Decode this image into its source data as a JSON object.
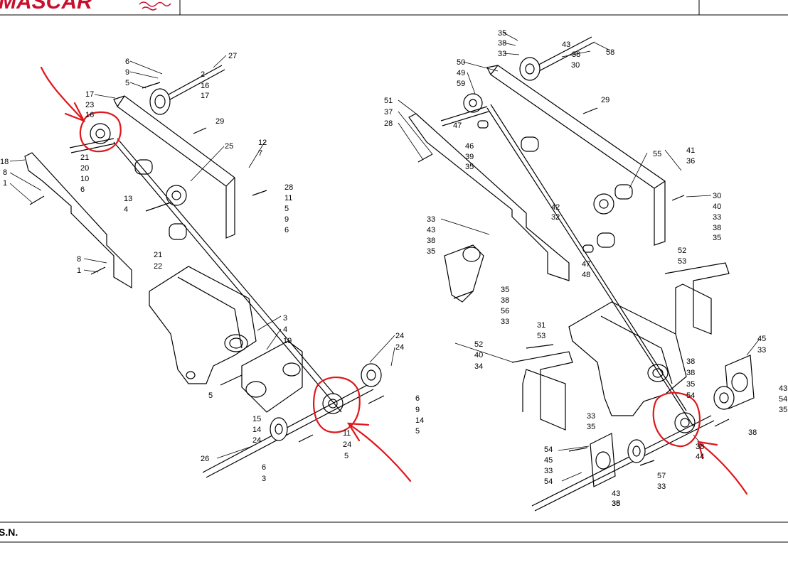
{
  "header": {
    "brand": "MASCAR"
  },
  "footer": {
    "sn_label": "S.N."
  },
  "labels": {
    "left": [
      "6",
      "9",
      "5",
      "27",
      "2",
      "16",
      "17",
      "17",
      "23",
      "16",
      "29",
      "25",
      "12",
      "7",
      "18",
      "8",
      "1",
      "21",
      "20",
      "10",
      "6",
      "13",
      "4",
      "28",
      "11",
      "5",
      "9",
      "6",
      "21",
      "22",
      "8",
      "1",
      "3",
      "4",
      "19",
      "5",
      "24",
      "24",
      "6",
      "9",
      "14",
      "5",
      "15",
      "14",
      "24",
      "11",
      "24",
      "5",
      "26",
      "6",
      "3"
    ],
    "right": [
      "35",
      "38",
      "33",
      "43",
      "38",
      "30",
      "58",
      "50",
      "49",
      "59",
      "51",
      "37",
      "28",
      "29",
      "47",
      "46",
      "39",
      "35",
      "55",
      "41",
      "36",
      "42",
      "32",
      "30",
      "40",
      "33",
      "38",
      "35",
      "33",
      "43",
      "38",
      "35",
      "35",
      "38",
      "56",
      "33",
      "47",
      "48",
      "52",
      "53",
      "31",
      "53",
      "52",
      "40",
      "34",
      "45",
      "33",
      "38",
      "38",
      "35",
      "54",
      "43",
      "54",
      "35",
      "38",
      "33",
      "35",
      "38",
      "44",
      "54",
      "45",
      "33",
      "54",
      "57",
      "33",
      "43",
      "38",
      "35"
    ]
  },
  "annotation_color": "#e0161b",
  "line_color": "#000000"
}
